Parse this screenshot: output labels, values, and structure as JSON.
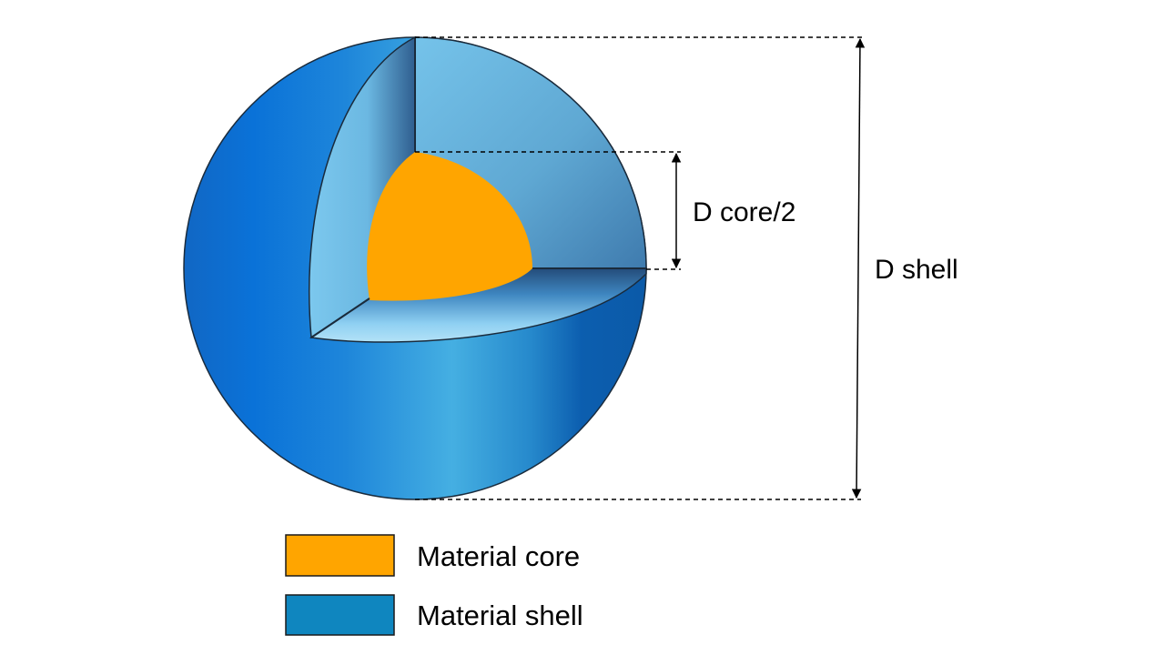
{
  "labels": {
    "core_half_diameter": "D core/2",
    "shell_diameter": "D shell"
  },
  "legend": {
    "items": [
      {
        "label": "Material core",
        "color": "#FFA500"
      },
      {
        "label": "Material shell",
        "color": "#0F86BF"
      }
    ]
  },
  "colors": {
    "core": "#FFA500",
    "shell_outer": "#1F87D6",
    "shell_cut_face": "#6FBDE6",
    "outline": "#1A2B3C"
  }
}
